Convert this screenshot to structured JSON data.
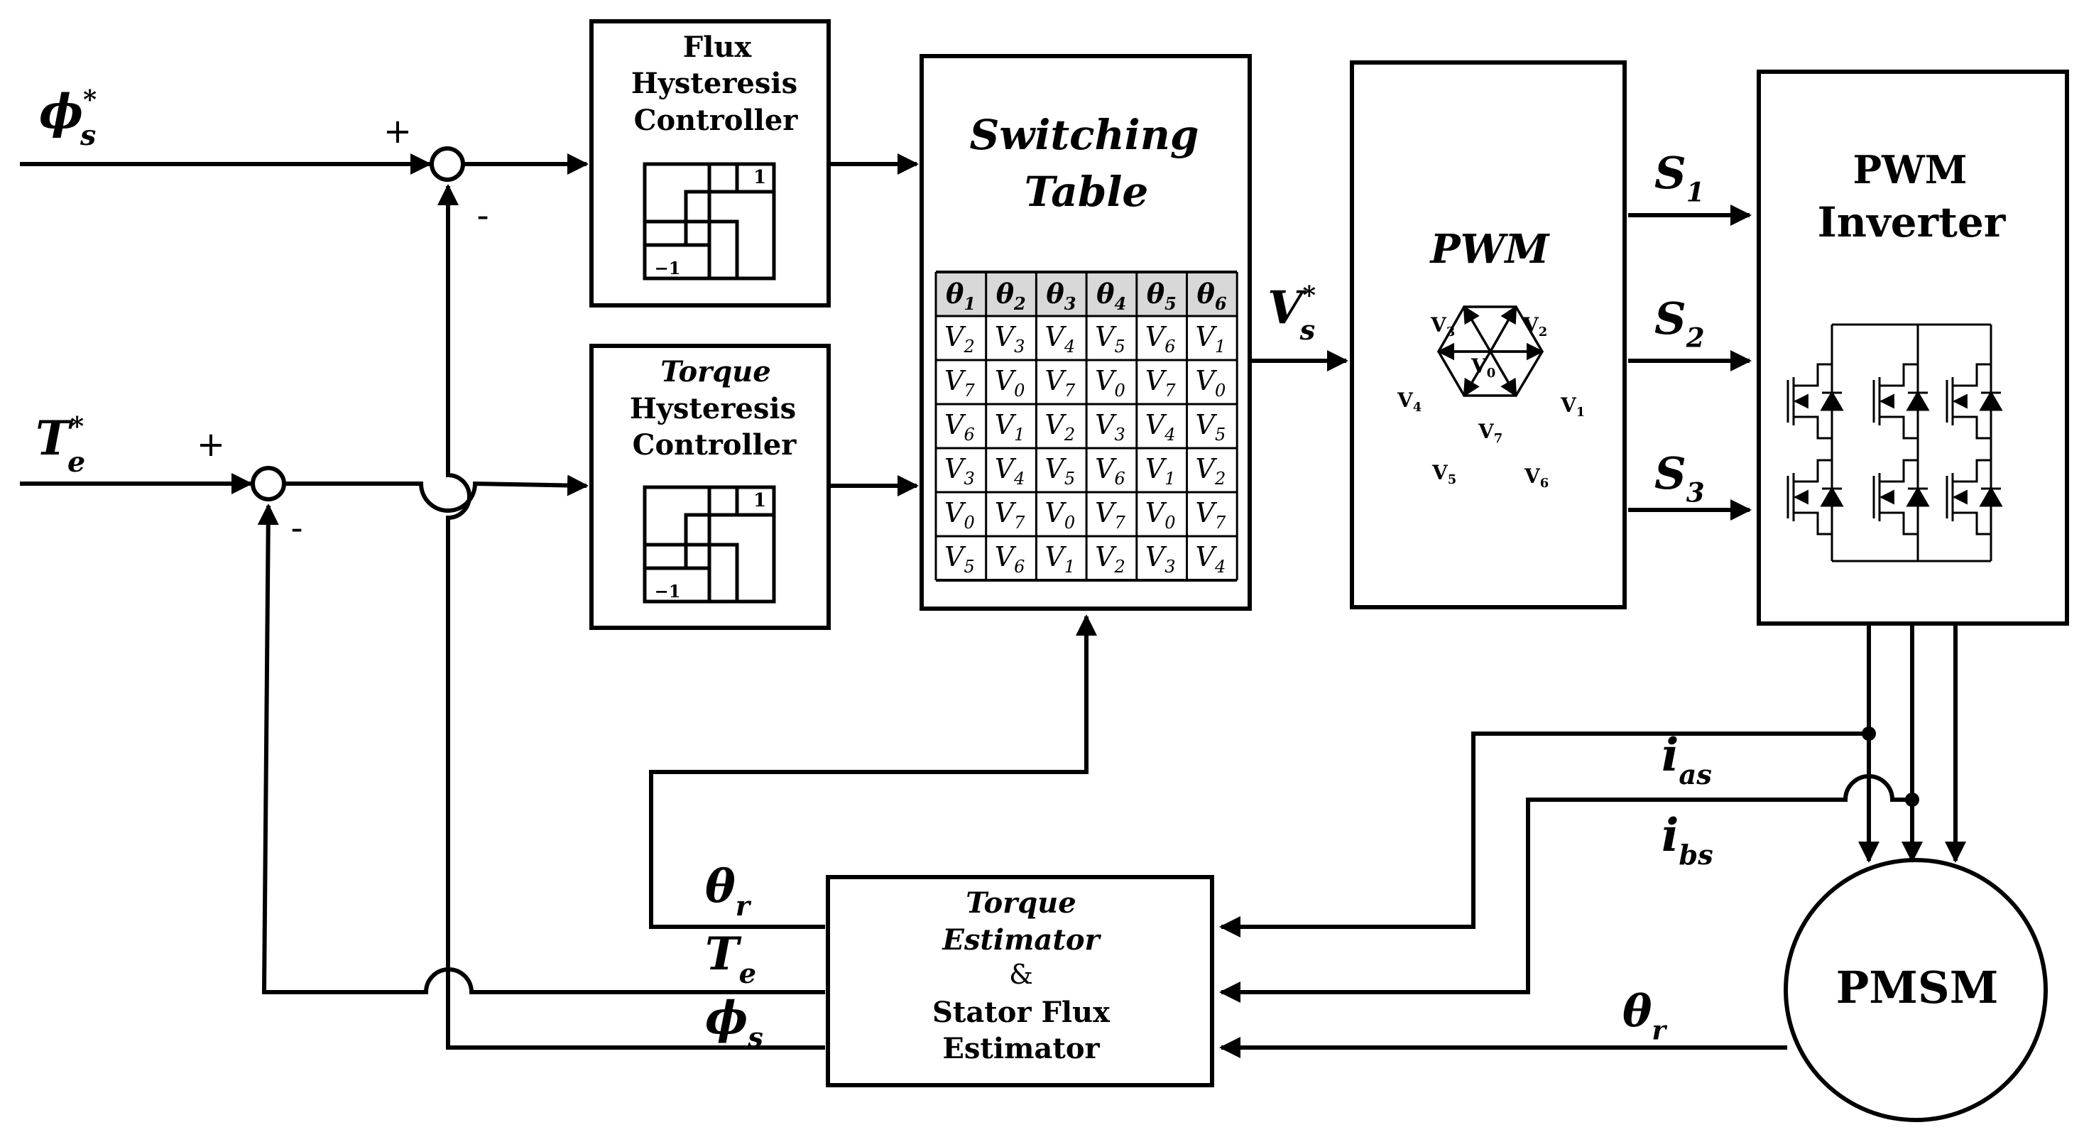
{
  "inputs": {
    "flux_ref": {
      "sym": "ϕ",
      "sub": "s",
      "sup": "*"
    },
    "torque_ref": {
      "sym": "T",
      "sub": "e",
      "sup": "*"
    },
    "plus": "+",
    "minus": "-"
  },
  "flux_controller": {
    "line1": "Flux",
    "line2": "Hysteresis",
    "line3": "Controller",
    "level_high": "1",
    "level_low": "−1"
  },
  "torque_controller": {
    "line1": "Torque",
    "line2": "Hysteresis",
    "line3": "Controller",
    "level_high": "1",
    "level_low": "−1"
  },
  "switching_table": {
    "title_line1": "Switching",
    "title_line2": "Table",
    "header": [
      {
        "sym": "θ",
        "sub": "1"
      },
      {
        "sym": "θ",
        "sub": "2"
      },
      {
        "sym": "θ",
        "sub": "3"
      },
      {
        "sym": "θ",
        "sub": "4"
      },
      {
        "sym": "θ",
        "sub": "5"
      },
      {
        "sym": "θ",
        "sub": "6"
      }
    ],
    "rows": [
      [
        "2",
        "3",
        "4",
        "5",
        "6",
        "1"
      ],
      [
        "7",
        "0",
        "7",
        "0",
        "7",
        "0"
      ],
      [
        "6",
        "1",
        "2",
        "3",
        "4",
        "5"
      ],
      [
        "3",
        "4",
        "5",
        "6",
        "1",
        "2"
      ],
      [
        "0",
        "7",
        "0",
        "7",
        "0",
        "7"
      ],
      [
        "5",
        "6",
        "1",
        "2",
        "3",
        "4"
      ]
    ],
    "cell_symbol": "V"
  },
  "vs_ref": {
    "sym": "V",
    "sub": "s",
    "sup": "*"
  },
  "pwm": {
    "title": "PWM",
    "vectors": [
      {
        "sym": "V",
        "sub": "3"
      },
      {
        "sym": "V",
        "sub": "2"
      },
      {
        "sym": "V",
        "sub": "0"
      },
      {
        "sym": "V",
        "sub": "4"
      },
      {
        "sym": "V",
        "sub": "1"
      },
      {
        "sym": "V",
        "sub": "7"
      },
      {
        "sym": "V",
        "sub": "5"
      },
      {
        "sym": "V",
        "sub": "6"
      }
    ]
  },
  "switch_signals": [
    {
      "sym": "S",
      "sub": "1"
    },
    {
      "sym": "S",
      "sub": "2"
    },
    {
      "sym": "S",
      "sub": "3"
    }
  ],
  "inverter": {
    "line1": "PWM",
    "line2": "Inverter"
  },
  "currents": [
    {
      "sym": "i",
      "sub": "as"
    },
    {
      "sym": "i",
      "sub": "bs"
    }
  ],
  "motor": {
    "label": "PMSM"
  },
  "motor_theta": {
    "sym": "θ",
    "sub": "r"
  },
  "estimator": {
    "line1": "Torque",
    "line2": "Estimator",
    "line3": "&",
    "line4": "Stator Flux",
    "line5": "Estimator"
  },
  "estimator_outputs": [
    {
      "sym": "θ",
      "sub": "r"
    },
    {
      "sym": "T",
      "sub": "e"
    },
    {
      "sym": "ϕ",
      "sub": "s"
    }
  ]
}
